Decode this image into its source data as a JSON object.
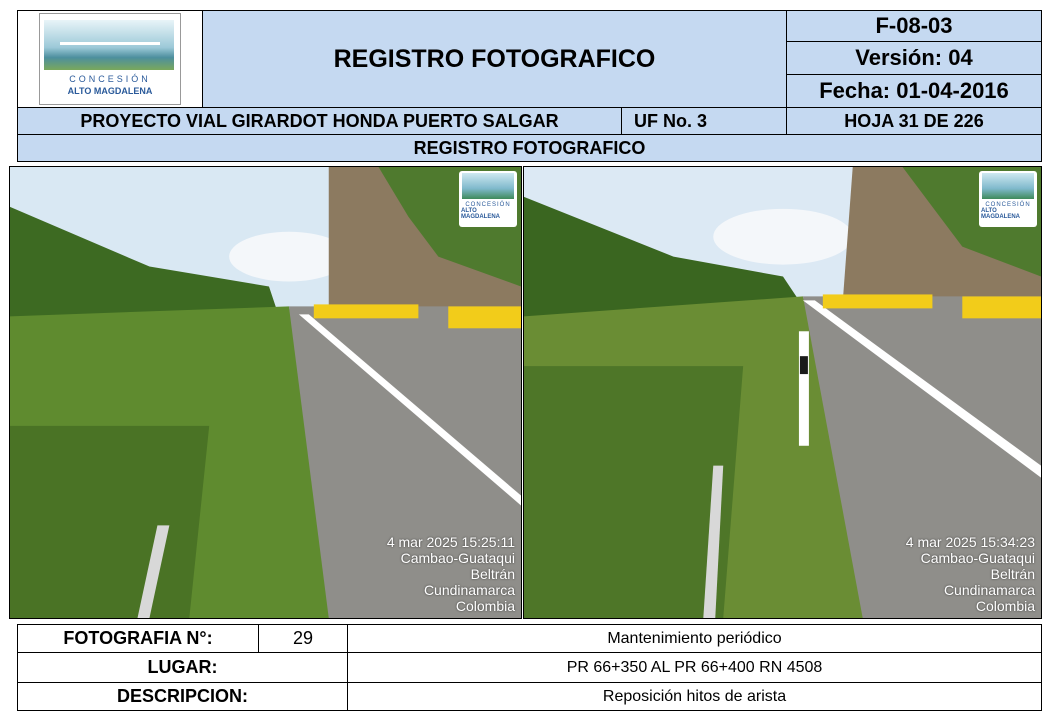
{
  "header": {
    "title": "REGISTRO FOTOGRAFICO",
    "code": "F-08-03",
    "version": "Versión: 04",
    "date": "Fecha: 01-04-2016",
    "logo_text": "ALTO MAGDALENA",
    "logo_brand": "CONCESIÓN"
  },
  "project_row": {
    "project": "PROYECTO VIAL GIRARDOT HONDA PUERTO SALGAR",
    "uf": "UF No. 3",
    "sheet": "HOJA 31 DE 226"
  },
  "section_title": "REGISTRO FOTOGRAFICO",
  "photos": [
    {
      "watermark_top": "CONCESIÓN",
      "watermark_bottom": "ALTO MAGDALENA",
      "stamp": [
        "4 mar 2025 15:25:11",
        "Cambao-Guataqui",
        "Beltrán",
        "Cundinamarca",
        "Colombia"
      ]
    },
    {
      "watermark_top": "CONCESIÓN",
      "watermark_bottom": "ALTO MAGDALENA",
      "stamp": [
        "4 mar 2025 15:34:23",
        "Cambao-Guataqui",
        "Beltrán",
        "Cundinamarca",
        "Colombia"
      ]
    }
  ],
  "info": {
    "foto_label": "FOTOGRAFIA N°:",
    "foto_number": "29",
    "activity": "Mantenimiento periódico",
    "lugar_label": "LUGAR:",
    "lugar_value": "PR 66+350 AL PR 66+400 RN 4508",
    "desc_label": "DESCRIPCION:",
    "desc_value": "Reposición hitos de arista"
  },
  "colors": {
    "header_fill": "#c5d9f1",
    "grass": "#5a7d2a",
    "asphalt": "#8a8a88",
    "barrier": "#f2cc1a"
  }
}
